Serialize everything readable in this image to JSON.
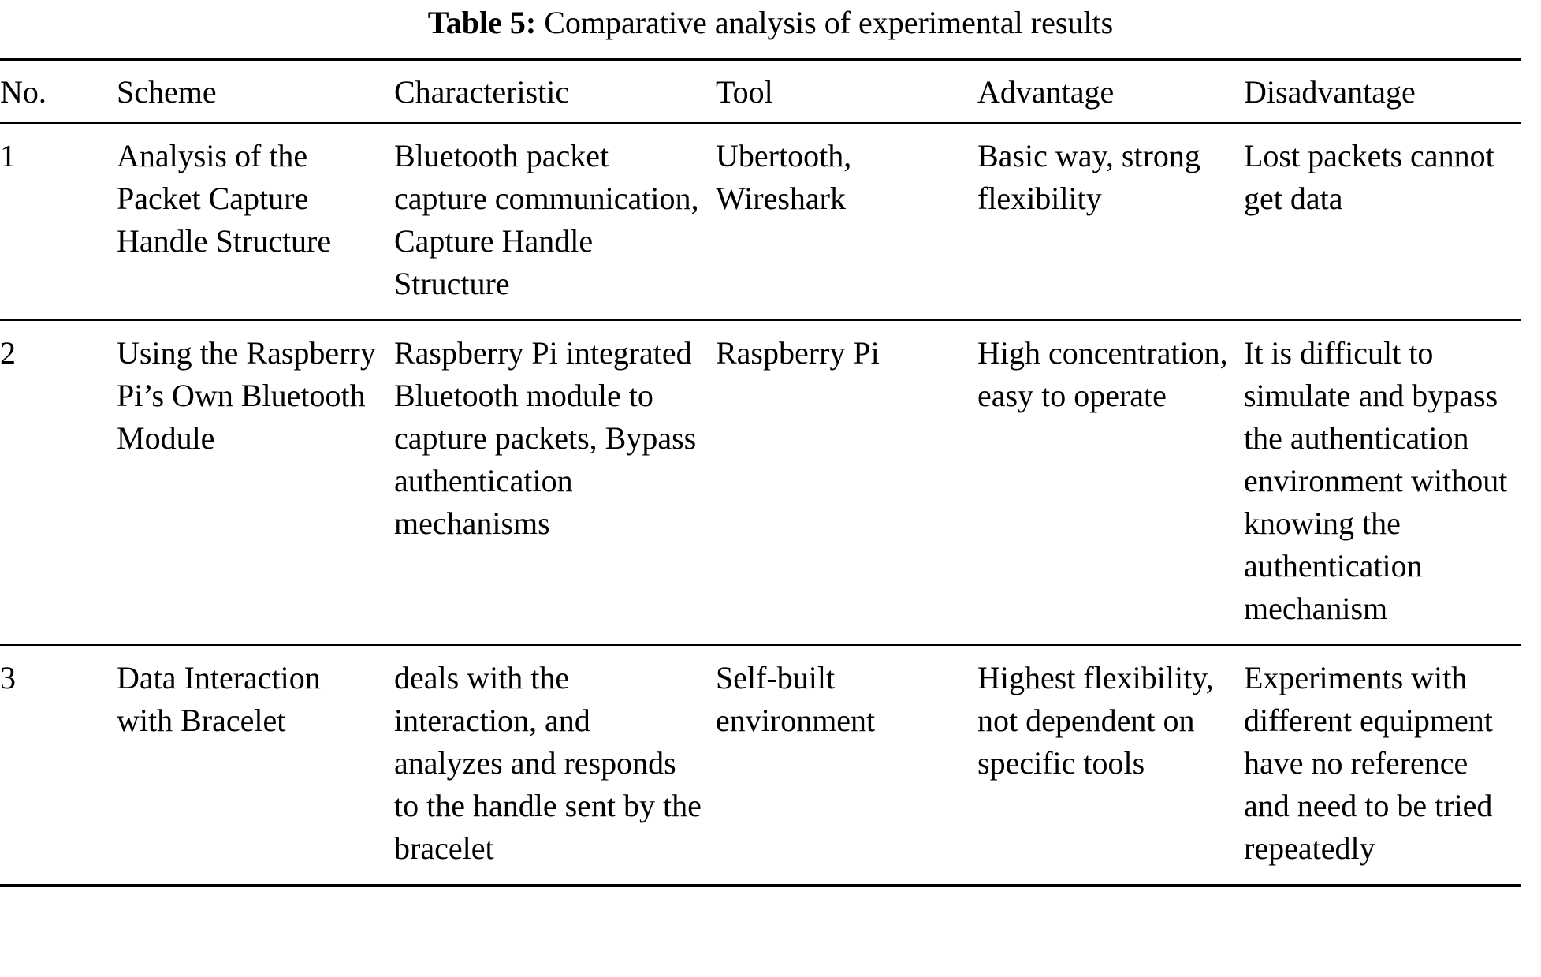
{
  "caption": {
    "label": "Table 5:",
    "text": "Comparative analysis of experimental results"
  },
  "table": {
    "columns": [
      "No.",
      "Scheme",
      "Characteristic",
      "Tool",
      "Advantage",
      "Disadvantage"
    ],
    "rows": [
      {
        "no": "1",
        "scheme": "Analysis of the Packet Capture Handle Structure",
        "characteristic": "Bluetooth packet capture communication, Capture Handle Structure",
        "tool": "Ubertooth, Wireshark",
        "advantage": "Basic way, strong flexibility",
        "disadvantage": "Lost packets cannot get data"
      },
      {
        "no": "2",
        "scheme": "Using the Raspberry Pi’s Own Bluetooth Module",
        "characteristic": "Raspberry Pi integrated Bluetooth module to capture packets, Bypass authentication mechanisms",
        "tool": "Raspberry Pi",
        "advantage": "High concentration, easy to operate",
        "disadvantage": "It is difficult to simulate and bypass the authentication environment without knowing the authentication mechanism"
      },
      {
        "no": "3",
        "scheme": "Data Interaction with Bracelet",
        "characteristic": "deals with the interaction, and analyzes and responds to the handle sent by the bracelet",
        "tool": "Self-built environment",
        "advantage": "Highest flexibility, not dependent on specific tools",
        "disadvantage": "Experiments with different equipment have no reference and need to be tried repeatedly"
      }
    ]
  }
}
